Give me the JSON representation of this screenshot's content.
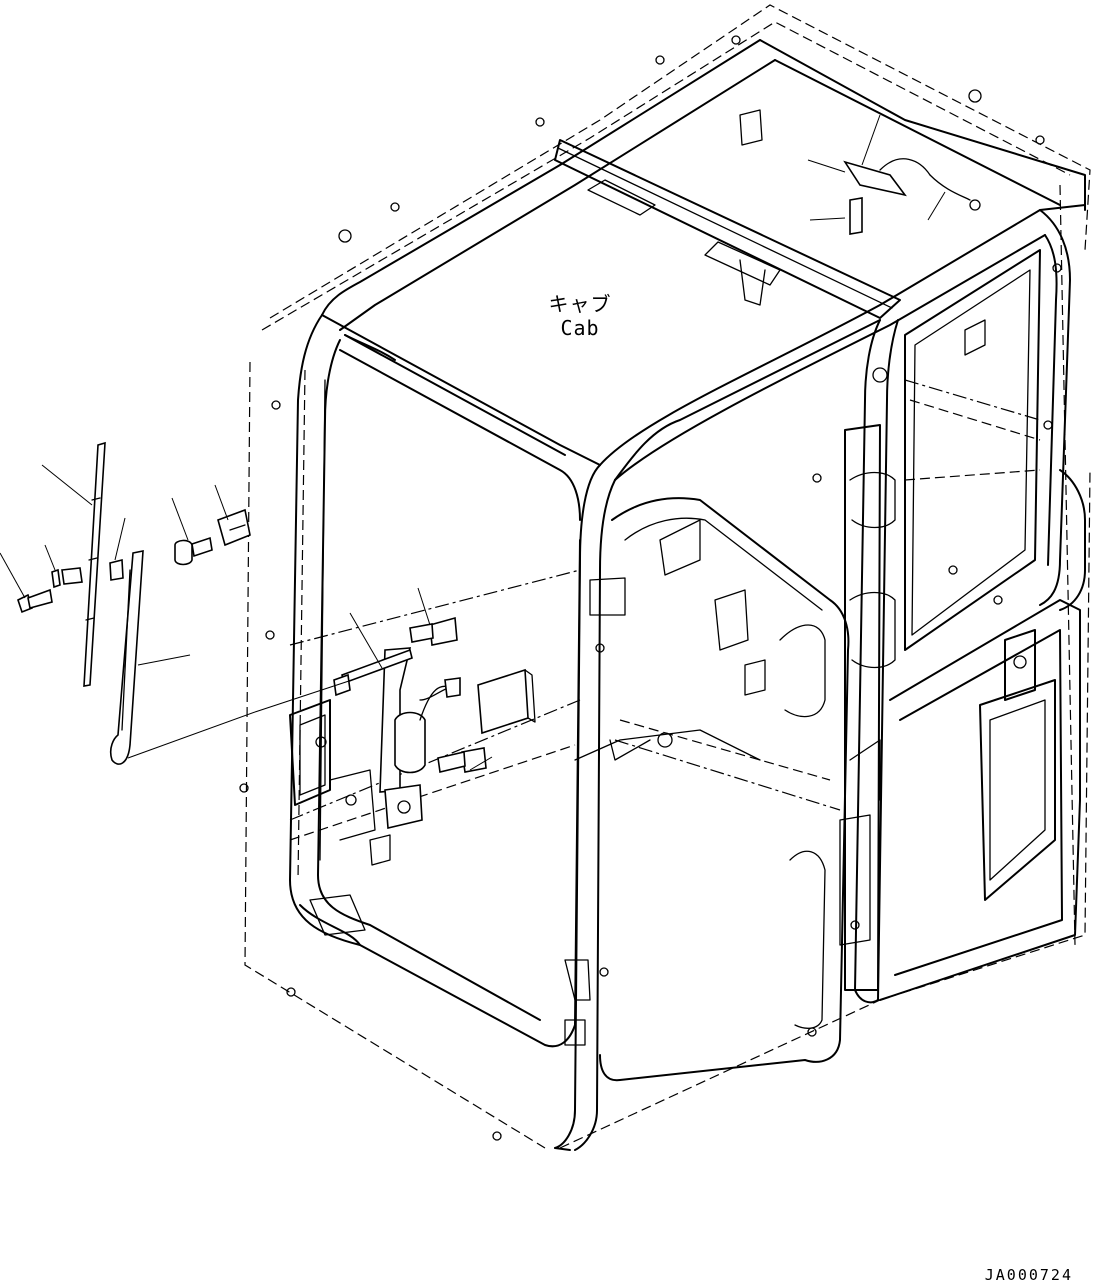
{
  "diagram": {
    "cab_label_jp": "キャブ",
    "cab_label_en": "Cab",
    "drawing_id": "JA000724"
  }
}
